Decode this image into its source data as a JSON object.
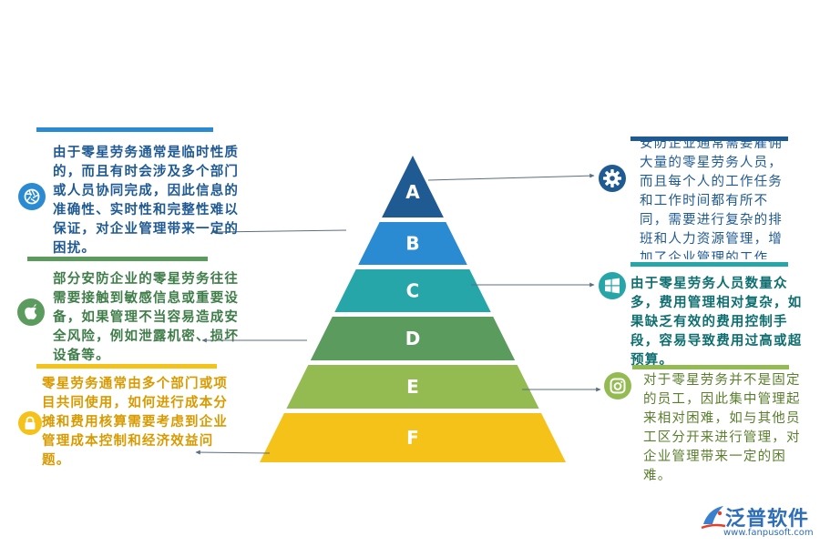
{
  "pyramid": {
    "levels": [
      {
        "label": "A",
        "color": "#1f5a92"
      },
      {
        "label": "B",
        "color": "#2a8ad2"
      },
      {
        "label": "C",
        "color": "#26a6a8"
      },
      {
        "label": "D",
        "color": "#5b9b5e"
      },
      {
        "label": "E",
        "color": "#94bb52"
      },
      {
        "label": "F",
        "color": "#f5c21a"
      }
    ]
  },
  "notes": {
    "top_left": {
      "text": "由于零星劳务通常是临时性质的，而且有时会涉及多个部门或人员协同完成，因此信息的准确性、实时性和完整性难以保证，对企业管理带来一定的困扰。",
      "color": "#1f5a92",
      "bar_color": "#2a8ad2"
    },
    "mid_left": {
      "text": "部分安防企业的零星劳务往往需要接触到敏感信息或重要设备，如果管理不当容易造成安全风险，例如泄露机密、损坏设备等。",
      "color": "#3f7d49",
      "bar_color": "#5b9b5e"
    },
    "bottom_left": {
      "text": "零星劳务通常由多个部门或项目共同使用，如何进行成本分摊和费用核算需要考虑到企业管理成本控制和经济效益问题。",
      "color": "#d99a00",
      "bar_color": "#f5c21a"
    },
    "top_right": {
      "text": "安防企业通常需要雇佣大量的零星劳务人员，而且每个人的工作任务和工作时间都有所不同，需要进行复杂的排班和人力资源管理，增加了企业管理的工作量。",
      "color": "#1f5a92",
      "bar_color": "#1f5a92"
    },
    "mid_right": {
      "text": "由于零星劳务人员数量众多，费用管理相对复杂，如果缺乏有效的费用控制手段，容易导致费用过高或超预算。",
      "color": "#0f6e70",
      "bar_color": "#26a6a8"
    },
    "bottom_right": {
      "text": "对于零星劳务并不是固定的员工，因此集中管理起来相对困难，如与其他员工区分开来进行管理，对企业管理带来一定的困难。",
      "color": "#5a7f2c",
      "bar_color": "#94bb52"
    }
  },
  "icons": {
    "aperture": {
      "name": "aperture-icon",
      "color": "#2a8ad2"
    },
    "apple": {
      "name": "apple-icon",
      "color": "#5b9b5e"
    },
    "lock": {
      "name": "lock-icon",
      "color": "#f5c21a"
    },
    "gear": {
      "name": "gear-icon",
      "color": "#1f5a92"
    },
    "windows": {
      "name": "windows-icon",
      "color": "#26a6a8"
    },
    "instagram": {
      "name": "instagram-icon",
      "color": "#94bb52"
    }
  },
  "logo": {
    "brand": "泛普软件",
    "url": "www.fanpusoft.com"
  }
}
